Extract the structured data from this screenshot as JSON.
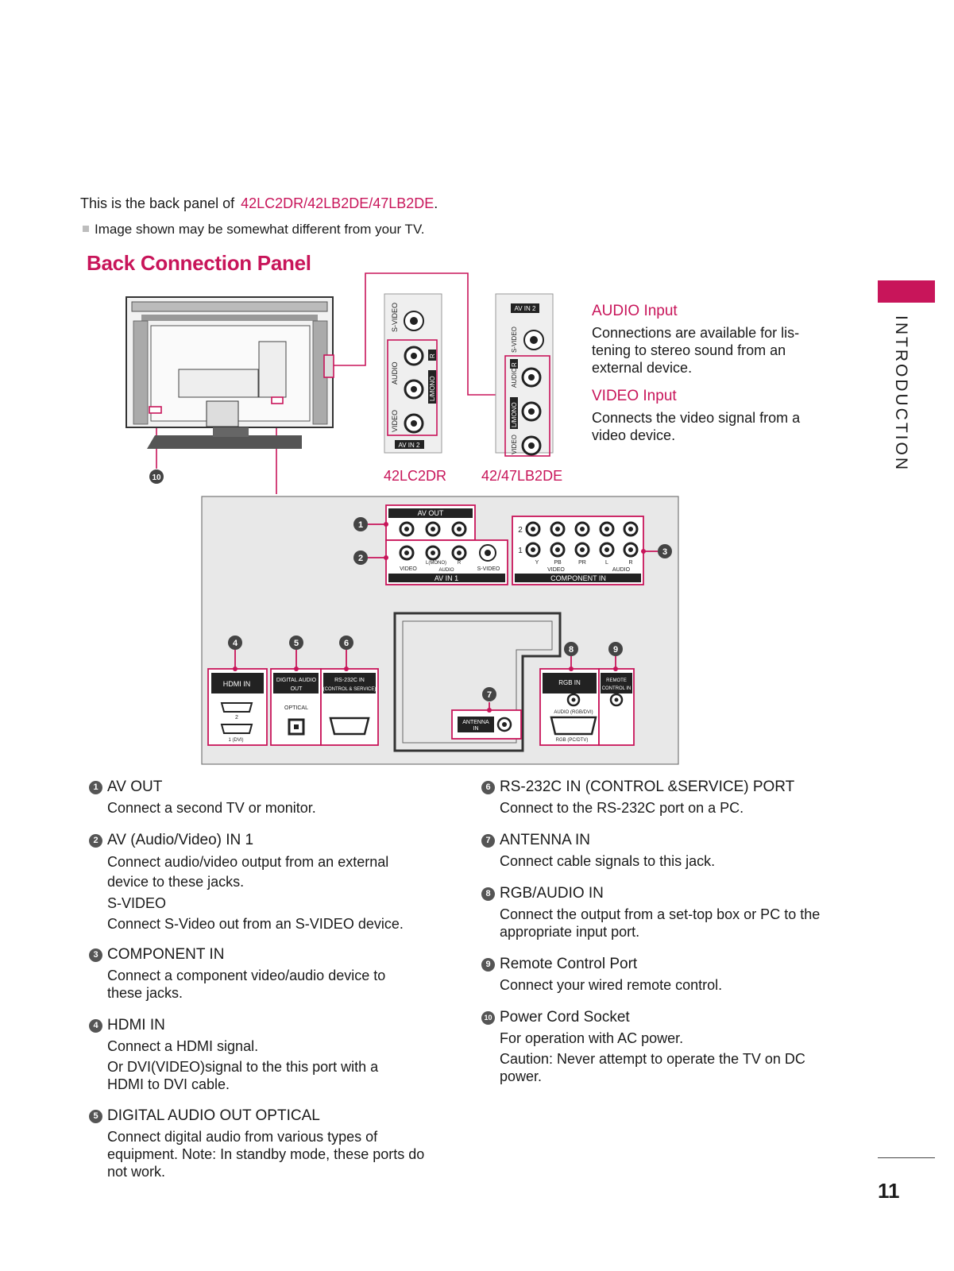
{
  "header": {
    "intro_prefix": "This is the back panel of",
    "intro_models": "42LC2DR/42LB2DE/47LB2DE",
    "intro_suffix": ".",
    "note": "Image shown may be somewhat different from your TV.",
    "section_title": "Back Connection Panel"
  },
  "side_tab": {
    "label": "INTRODUCTION"
  },
  "inputs": {
    "audio": {
      "title": "AUDIO Input",
      "body": "Connections are available for lis-tening to stereo sound from an external device."
    },
    "video": {
      "title": "VIDEO Input",
      "body": "Connects the video signal from a video device."
    }
  },
  "diagram": {
    "model_left": "42LC2DR",
    "model_right": "42/47LB2DE",
    "power_callout": "10",
    "left_strip": {
      "svideo": "S-VIDEO",
      "audio": "AUDIO",
      "r": "R",
      "lmono": "L/MONO",
      "video": "VIDEO",
      "avin2": "AV IN 2"
    },
    "right_strip": {
      "avin2": "AV IN 2",
      "svideo": "S-VIDEO",
      "audio": "AUDIO",
      "r": "R",
      "lmono": "L/MONO",
      "video": "VIDEO"
    },
    "panel": {
      "av_out": "AV OUT",
      "av_in1": "AV IN 1",
      "video": "VIDEO",
      "l_mono": "L(MONO)",
      "audio": "AUDIO",
      "r": "R",
      "svideo": "S-VIDEO",
      "component_in": "COMPONENT IN",
      "comp_y": "Y",
      "comp_pb": "PB",
      "comp_pr": "PR",
      "comp_l": "L",
      "comp_r": "R",
      "comp_video": "VIDEO",
      "comp_audio": "AUDIO",
      "row1": "1",
      "row2": "2",
      "hdmi_in": "HDMI IN",
      "hdmi_2": "2",
      "hdmi_1": "1 (DVI)",
      "digital_audio_out": "DIGITAL AUDIO",
      "digital_out": "OUT",
      "optical": "OPTICAL",
      "rs232c": "RS-232C IN",
      "rs232c_sub": "(CONTROL & SERVICE)",
      "antenna": "ANTENNA",
      "antenna_in": "IN",
      "rgb_in": "RGB IN",
      "audio_rgb": "AUDIO (RGB/DVI)",
      "rgb_pc": "RGB (PC/DTV)",
      "remote": "REMOTE",
      "control_in": "CONTROL IN",
      "callouts": [
        "1",
        "2",
        "3",
        "4",
        "5",
        "6",
        "7",
        "8",
        "9"
      ]
    }
  },
  "items_left": [
    {
      "num": "1",
      "title": "AV OUT",
      "body": "Connect a second TV or monitor."
    },
    {
      "num": "2",
      "title": "AV (Audio/Video) IN 1",
      "body": "Connect audio/video output from an external device to these jacks.",
      "sub_title": "S-VIDEO",
      "sub_body": "Connect S-Video out from an S-VIDEO device."
    },
    {
      "num": "3",
      "title": "COMPONENT IN",
      "body": "Connect a component video/audio device to these jacks."
    },
    {
      "num": "4",
      "title": "HDMI IN",
      "body": "Connect a HDMI signal.",
      "body2": "Or DVI(VIDEO)signal to the this port with a HDMI to DVI cable."
    },
    {
      "num": "5",
      "title": "DIGITAL AUDIO OUT OPTICAL",
      "body": "Connect digital audio from various types of equipment. Note: In standby mode, these ports do not work."
    }
  ],
  "items_right": [
    {
      "num": "6",
      "title": "RS-232C IN (CONTROL &SERVICE) PORT",
      "body": "Connect to the RS-232C port on a PC."
    },
    {
      "num": "7",
      "title": "ANTENNA IN",
      "body": "Connect cable signals to this jack."
    },
    {
      "num": "8",
      "title": "RGB/AUDIO IN",
      "body": "Connect the output from a set-top box or PC to the appropriate input port."
    },
    {
      "num": "9",
      "title": "Remote Control Port",
      "body": "Connect your wired remote control."
    },
    {
      "num": "10",
      "title": "Power Cord Socket",
      "body": "For operation with AC power.",
      "body2": "Caution: Never attempt to operate the TV on DC power."
    }
  ],
  "footer": {
    "page_number": "11"
  },
  "colors": {
    "accent": "#c8155a",
    "panel_bg": "#e8e8e8",
    "dark": "#1a1a1a"
  }
}
